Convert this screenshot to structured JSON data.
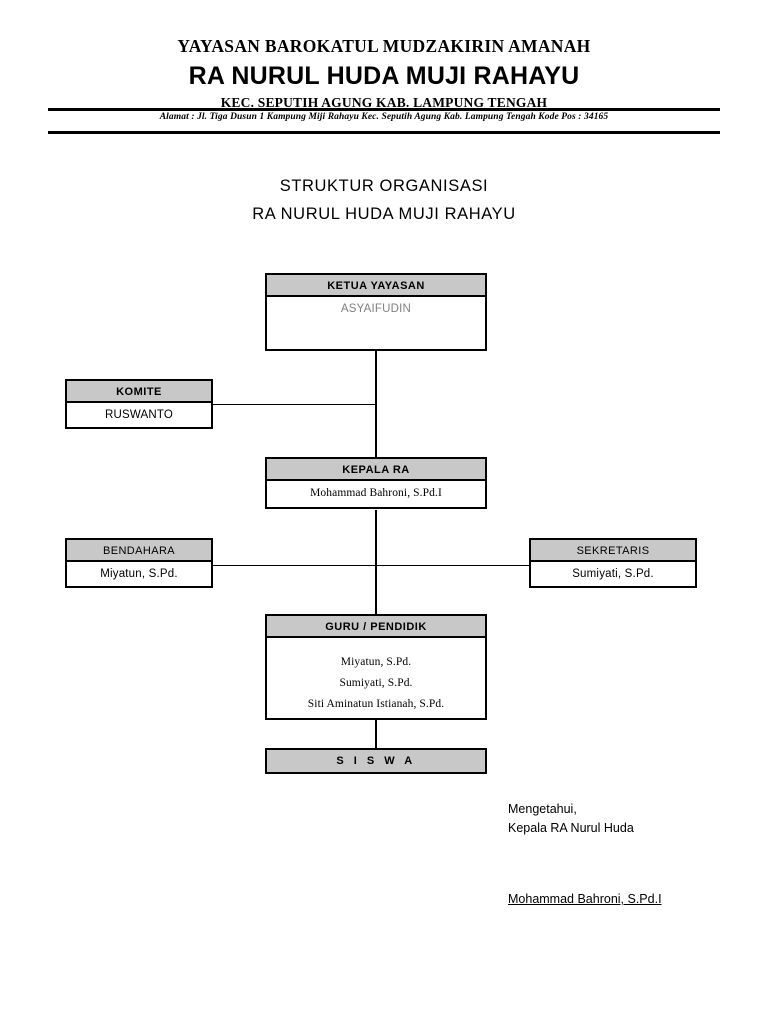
{
  "letterhead": {
    "foundation": "YAYASAN BAROKATUL MUDZAKIRIN AMANAH",
    "school": "RA NURUL HUDA MUJI RAHAYU",
    "district": "KEC. SEPUTIH AGUNG KAB. LAMPUNG TENGAH",
    "address": "Alamat : Jl. Tiga Dusun 1 Kampung Miji Rahayu Kec. Seputih Agung Kab. Lampung Tengah Kode Pos : 34165"
  },
  "chart_heading": {
    "line1": "STRUKTUR ORGANISASI",
    "line2": "RA NURUL HUDA MUJI RAHAYU"
  },
  "colors": {
    "header_fill": "#c8c8c8",
    "border": "#000000",
    "muted_text": "#808080"
  },
  "org": {
    "ketua_yayasan": {
      "title": "KETUA YAYASAN",
      "name": "ASYAIFUDIN"
    },
    "komite": {
      "title": "KOMITE",
      "name": "RUSWANTO"
    },
    "kepala_ra": {
      "title": "KEPALA RA",
      "name": "Mohammad Bahroni, S.Pd.I"
    },
    "bendahara": {
      "title": "BENDAHARA",
      "name": "Miyatun, S.Pd."
    },
    "sekretaris": {
      "title": "SEKRETARIS",
      "name": "Sumiyati, S.Pd."
    },
    "guru": {
      "title": "GURU / PENDIDIK",
      "names": [
        "Miyatun, S.Pd.",
        "Sumiyati, S.Pd.",
        "Siti Aminatun Istianah, S.Pd."
      ]
    },
    "siswa": {
      "title": "S I S W A"
    }
  },
  "signature": {
    "line1": "Mengetahui,",
    "line2": "Kepala RA Nurul Huda",
    "name": "Mohammad Bahroni, S.Pd.I"
  }
}
